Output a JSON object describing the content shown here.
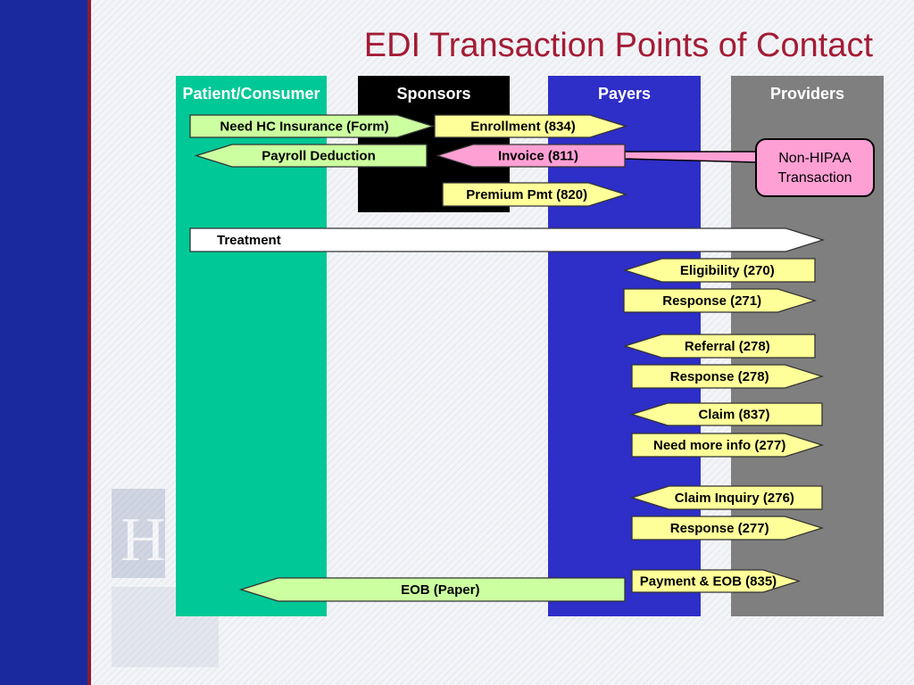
{
  "title": "EDI Transaction Points of Contact",
  "columns": [
    {
      "label": "Patient/Consumer",
      "color": "#00c896"
    },
    {
      "label": "Sponsors",
      "color": "#000000"
    },
    {
      "label": "Payers",
      "color": "#2e2ec8"
    },
    {
      "label": "Providers",
      "color": "#7f7f7f"
    }
  ],
  "callout": "Non-HIPAA Transaction",
  "transactions": [
    {
      "label": "Need HC Insurance (Form)",
      "direction": "right",
      "fill": "#ccffa0"
    },
    {
      "label": "Enrollment (834)",
      "direction": "right",
      "fill": "#ffff99"
    },
    {
      "label": "Payroll Deduction",
      "direction": "left",
      "fill": "#ccffa0"
    },
    {
      "label": "Invoice (811)",
      "direction": "left",
      "fill": "#ffa0d4"
    },
    {
      "label": "Premium Pmt (820)",
      "direction": "right",
      "fill": "#ffff99"
    },
    {
      "label": "Treatment",
      "direction": "right",
      "fill": "#ffffff"
    },
    {
      "label": "Eligibility (270)",
      "direction": "left",
      "fill": "#ffff99"
    },
    {
      "label": "Response (271)",
      "direction": "right",
      "fill": "#ffff99"
    },
    {
      "label": "Referral (278)",
      "direction": "left",
      "fill": "#ffff99"
    },
    {
      "label": "Response (278)",
      "direction": "right",
      "fill": "#ffff99"
    },
    {
      "label": "Claim (837)",
      "direction": "left",
      "fill": "#ffff99"
    },
    {
      "label": "Need more info (277)",
      "direction": "right",
      "fill": "#ffff99"
    },
    {
      "label": "Claim Inquiry (276)",
      "direction": "left",
      "fill": "#ffff99"
    },
    {
      "label": "Response (277)",
      "direction": "right",
      "fill": "#ffff99"
    },
    {
      "label": "Payment & EOB (835)",
      "direction": "right",
      "fill": "#ffff99"
    },
    {
      "label": "EOB (Paper)",
      "direction": "left",
      "fill": "#ccffa0"
    }
  ]
}
